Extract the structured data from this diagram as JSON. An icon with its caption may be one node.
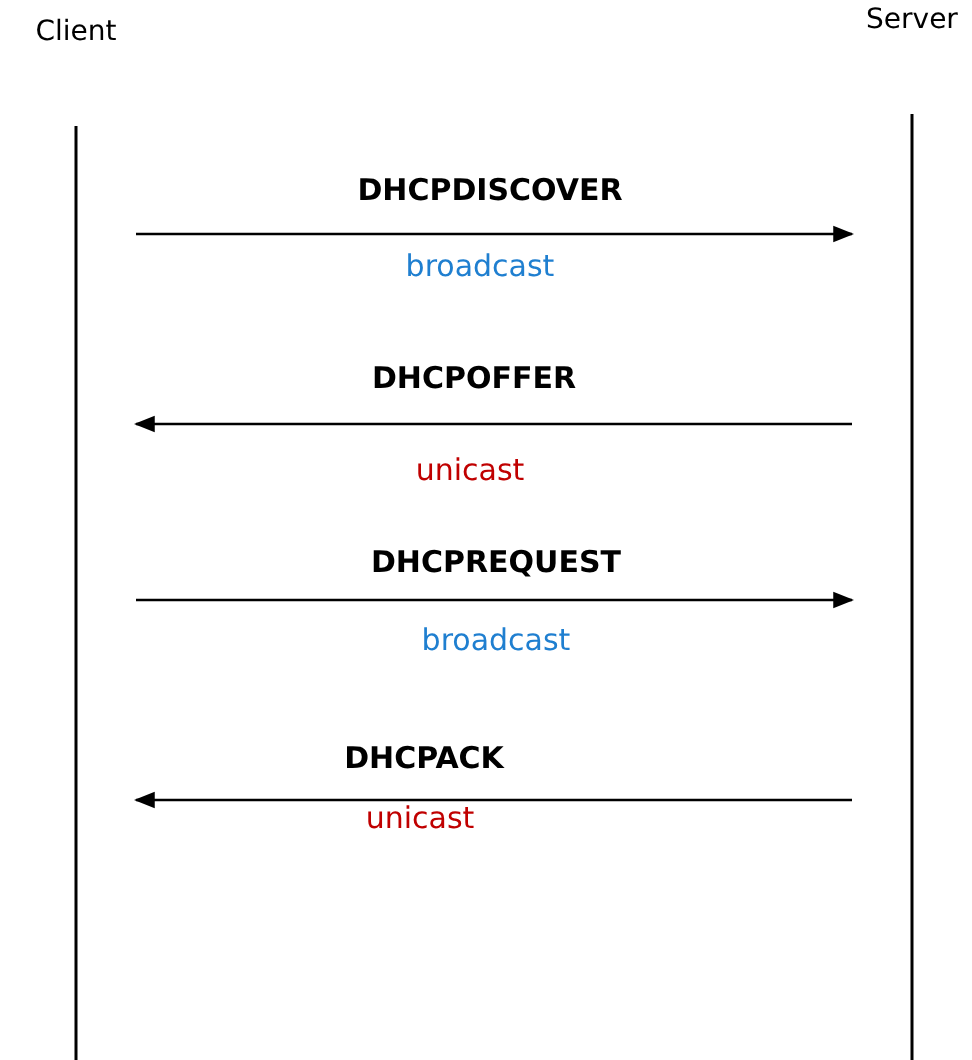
{
  "diagram": {
    "nodes": [
      {
        "text": [
          "Client"
        ]
      },
      {
        "text": [
          "Server"
        ]
      }
    ],
    "edges": [
      {
        "from": 0,
        "to": 1,
        "arrow": "to",
        "label": "DHCPDISCOVER"
      },
      {
        "from": 1,
        "to": 0,
        "arrow": "to",
        "label": "DHCPOFFER"
      },
      {
        "from": 0,
        "to": 1,
        "arrow": "to",
        "label": "DHCPREQUEST"
      },
      {
        "from": 1,
        "to": 0,
        "arrow": "to",
        "label": "DHCPACK"
      }
    ],
    "labels": [
      "broadcast",
      "unicast",
      "broadcast",
      "unicast"
    ]
  }
}
